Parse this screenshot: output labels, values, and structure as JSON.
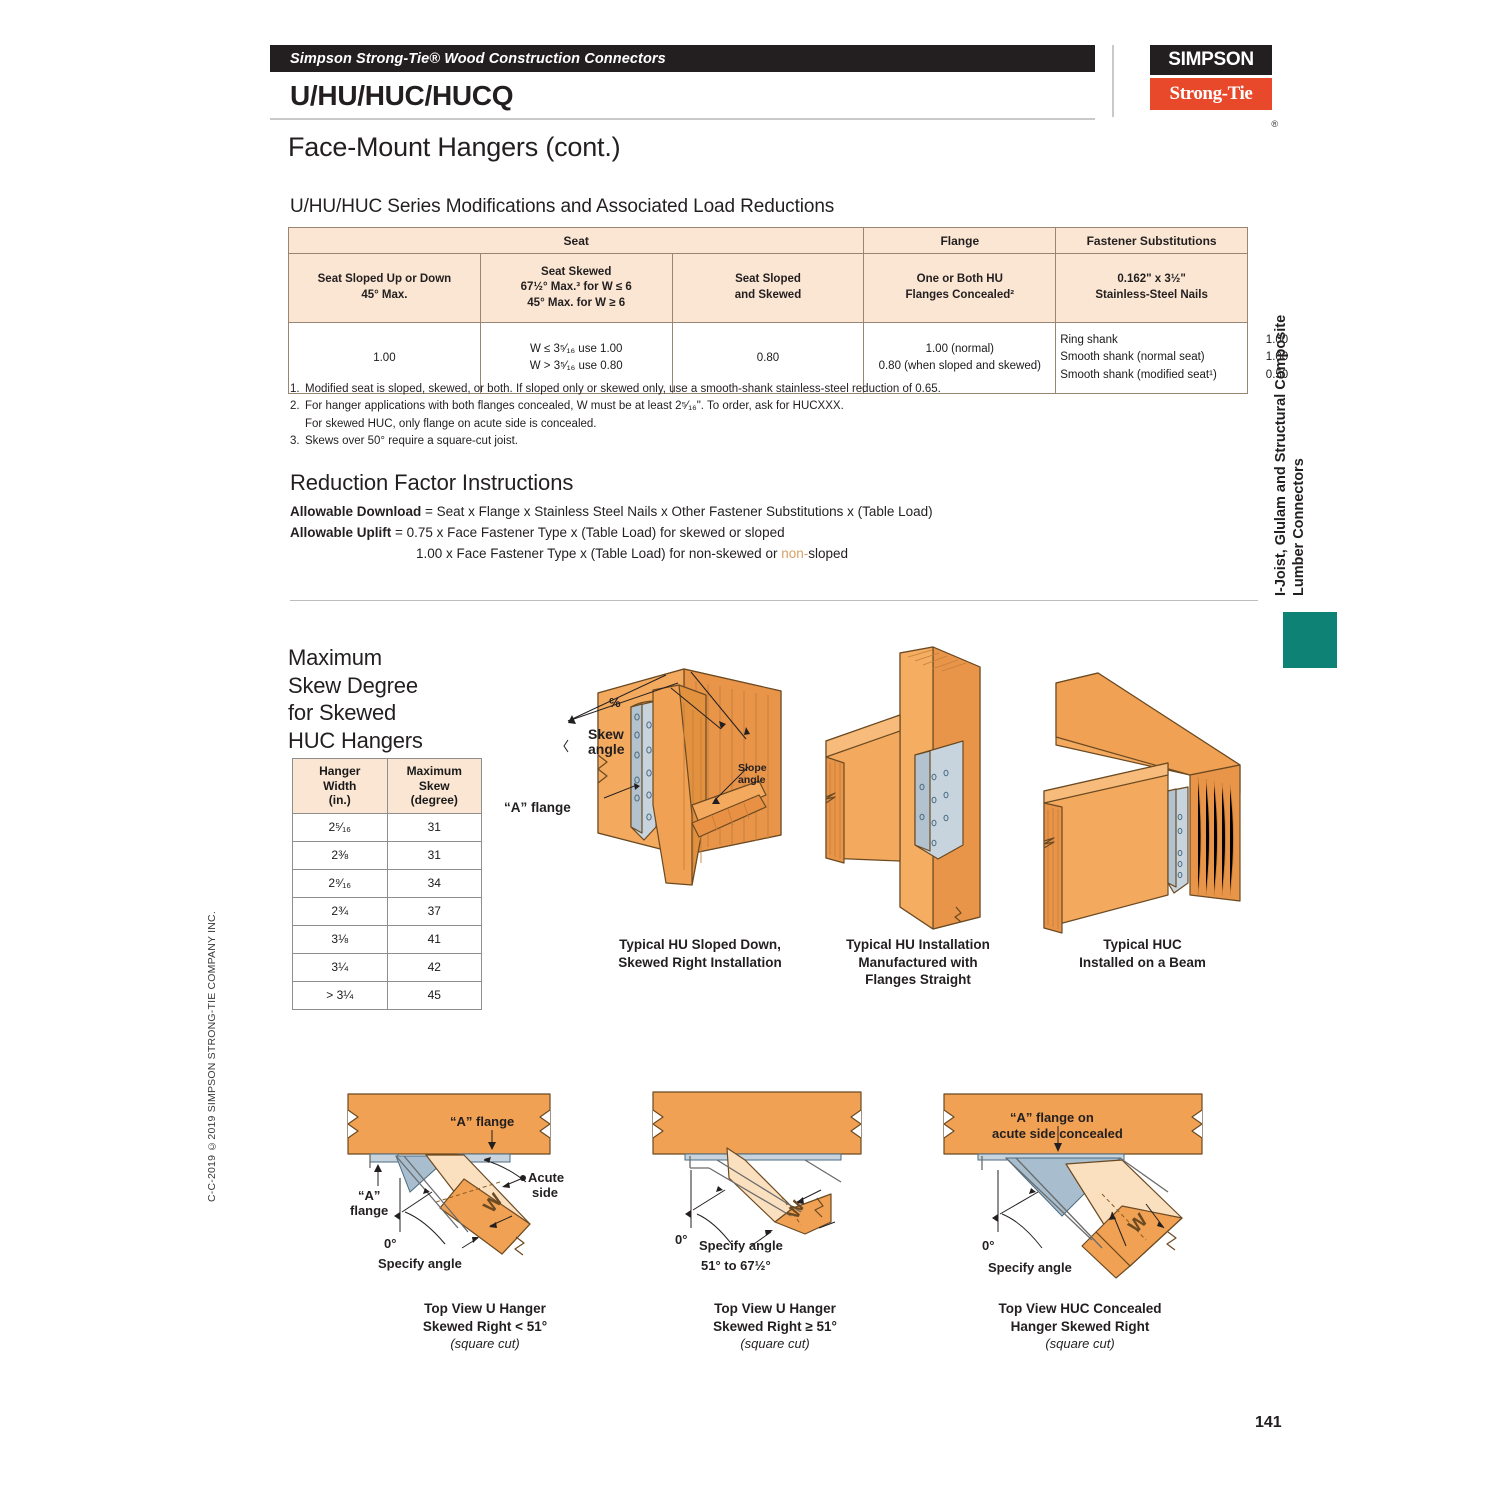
{
  "header": {
    "eyebrow": "Simpson Strong-Tie® Wood Construction Connectors",
    "title": "U/HU/HUC/HUCQ",
    "logo_top": "SIMPSON",
    "logo_bottom": "Strong-Tie",
    "logo_registered": "®"
  },
  "page_heading": "Face-Mount Hangers (cont.)",
  "section_heading": "U/HU/HUC Series Modifications and Associated Load Reductions",
  "main_table": {
    "group_headers": [
      "Seat",
      "Flange",
      "Fastener Substitutions"
    ],
    "sub_headers": [
      "Seat Sloped Up or Down 45° Max.",
      "Seat Skewed 67½° Max.³ for W ≤ 6 45° Max. for W ≥ 6",
      "Seat Sloped and Skewed",
      "One or Both HU Flanges Concealed²",
      "0.162\" x 3½\" Stainless-Steel Nails"
    ],
    "sub_headers_lines": {
      "c1": [
        "Seat Sloped Up or Down",
        "45° Max."
      ],
      "c2": [
        "Seat Skewed",
        "67½° Max.³ for W ≤ 6",
        "45° Max. for W ≥ 6"
      ],
      "c3": [
        "Seat Sloped",
        "and Skewed"
      ],
      "c4": [
        "One or Both HU",
        "Flanges Concealed²"
      ],
      "c5": [
        "0.162\" x 3½\"",
        "Stainless-Steel Nails"
      ]
    },
    "values": {
      "seat_sloped": "1.00",
      "seat_skewed_l1": "W ≤ 3⁵⁄₁₆ use 1.00",
      "seat_skewed_l2": "W > 3⁵⁄₁₆ use 0.80",
      "seat_sloped_skewed": "0.80",
      "flange_l1": "1.00 (normal)",
      "flange_l2": "0.80 (when sloped and skewed)",
      "fastener_rows": [
        {
          "label": "Ring shank",
          "value": "1.00"
        },
        {
          "label": "Smooth shank (normal seat)",
          "value": "1.00"
        },
        {
          "label": "Smooth shank (modified seat¹)",
          "value": "0.50"
        }
      ]
    }
  },
  "footnotes": [
    {
      "num": "1.",
      "text": "Modified seat is sloped, skewed, or both. If sloped only or skewed only, use a smooth-shank stainless-steel reduction of 0.65."
    },
    {
      "num": "2.",
      "text": "For hanger applications with both flanges concealed, W must be at least 2⁵⁄₁₆\". To order, ask for HUCXXX.",
      "cont": "For skewed HUC, only flange on acute side is concealed."
    },
    {
      "num": "3.",
      "text": "Skews over 50° require a square-cut joist."
    }
  ],
  "reduction": {
    "heading": "Reduction Factor Instructions",
    "download_label": "Allowable Download",
    "download_formula": " = Seat x Flange x Stainless Steel Nails x Other Fastener Substitutions x (Table Load)",
    "uplift_label": "Allowable Uplift",
    "uplift_formula": " = 0.75 x Face Fastener Type x (Table Load) for skewed or sloped",
    "uplift_line2_pre": "1.00 x Face Fastener Type x (Table Load) for non-skewed or ",
    "uplift_line2_tan": "non-",
    "uplift_line2_post": "sloped"
  },
  "side_tab": {
    "label": "I-Joist, Glulam and Structural Composite Lumber Connectors",
    "color": "#0e8274"
  },
  "copyright": "C-C-2019 ©2019 SIMPSON STRONG-TIE COMPANY INC.",
  "skew_block": {
    "heading": "Maximum Skew Degree for Skewed HUC Hangers",
    "heading_lines": [
      "Maximum",
      "Skew Degree",
      "for Skewed",
      "HUC Hangers"
    ],
    "columns": [
      {
        "lines": [
          "Hanger",
          "Width",
          "(in.)"
        ]
      },
      {
        "lines": [
          "Maximum",
          "Skew",
          "(degree)"
        ]
      }
    ],
    "rows": [
      {
        "width": "2⁵⁄₁₆",
        "skew": "31"
      },
      {
        "width": "2⅜",
        "skew": "31"
      },
      {
        "width": "2⁹⁄₁₆",
        "skew": "34"
      },
      {
        "width": "2¾",
        "skew": "37"
      },
      {
        "width": "3⅛",
        "skew": "41"
      },
      {
        "width": "3¼",
        "skew": "42"
      },
      {
        "width": "> 3¼",
        "skew": "45"
      }
    ]
  },
  "figures": {
    "fig1": {
      "caption_lines": [
        "Typical HU Sloped Down,",
        "Skewed Right Installation"
      ],
      "annotations": {
        "centerline": "℄",
        "skew_angle_l1": "Skew",
        "skew_angle_l2": "angle",
        "slope_angle_l1": "Slope",
        "slope_angle_l2": "angle",
        "a_flange": "“A” flange"
      }
    },
    "fig2": {
      "caption_lines": [
        "Typical HU Installation",
        "Manufactured with",
        "Flanges Straight"
      ]
    },
    "fig3": {
      "caption_lines": [
        "Typical HUC",
        "Installed on a Beam"
      ]
    },
    "fig4": {
      "caption_lines": [
        "Top View U Hanger",
        "Skewed Right < 51°"
      ],
      "caption_italic": "(square cut)",
      "annotations": {
        "a_flange_top": "“A” flange",
        "a_flange_left_l1": "“A”",
        "a_flange_left_l2": "flange",
        "acute_l1": "Acute",
        "acute_l2": "side",
        "zero_deg": "0°",
        "specify": "Specify angle",
        "w": "W"
      }
    },
    "fig5": {
      "caption_lines": [
        "Top View U Hanger",
        "Skewed Right ≥ 51°"
      ],
      "caption_italic": "(square cut)",
      "annotations": {
        "zero_deg": "0°",
        "specify": "Specify angle",
        "range": "51° to 67½°",
        "w": "W"
      }
    },
    "fig6": {
      "caption_lines": [
        "Top View HUC Concealed",
        "Hanger Skewed Right"
      ],
      "caption_italic": "(square cut)",
      "annotations": {
        "a_flange_l1": "“A” flange on",
        "a_flange_l2": "acute side concealed",
        "zero_deg": "0°",
        "specify": "Specify angle",
        "w": "W"
      }
    }
  },
  "page_number": "141",
  "colors": {
    "wood": "#f0a153",
    "wood_light": "#fbe0c0",
    "wood_dark": "#d98436",
    "metal": "#c7d4dd",
    "metal_dark": "#93a8b8",
    "header_bg": "#fae6d2",
    "brand_orange": "#e8492b",
    "ink": "#231f20"
  }
}
